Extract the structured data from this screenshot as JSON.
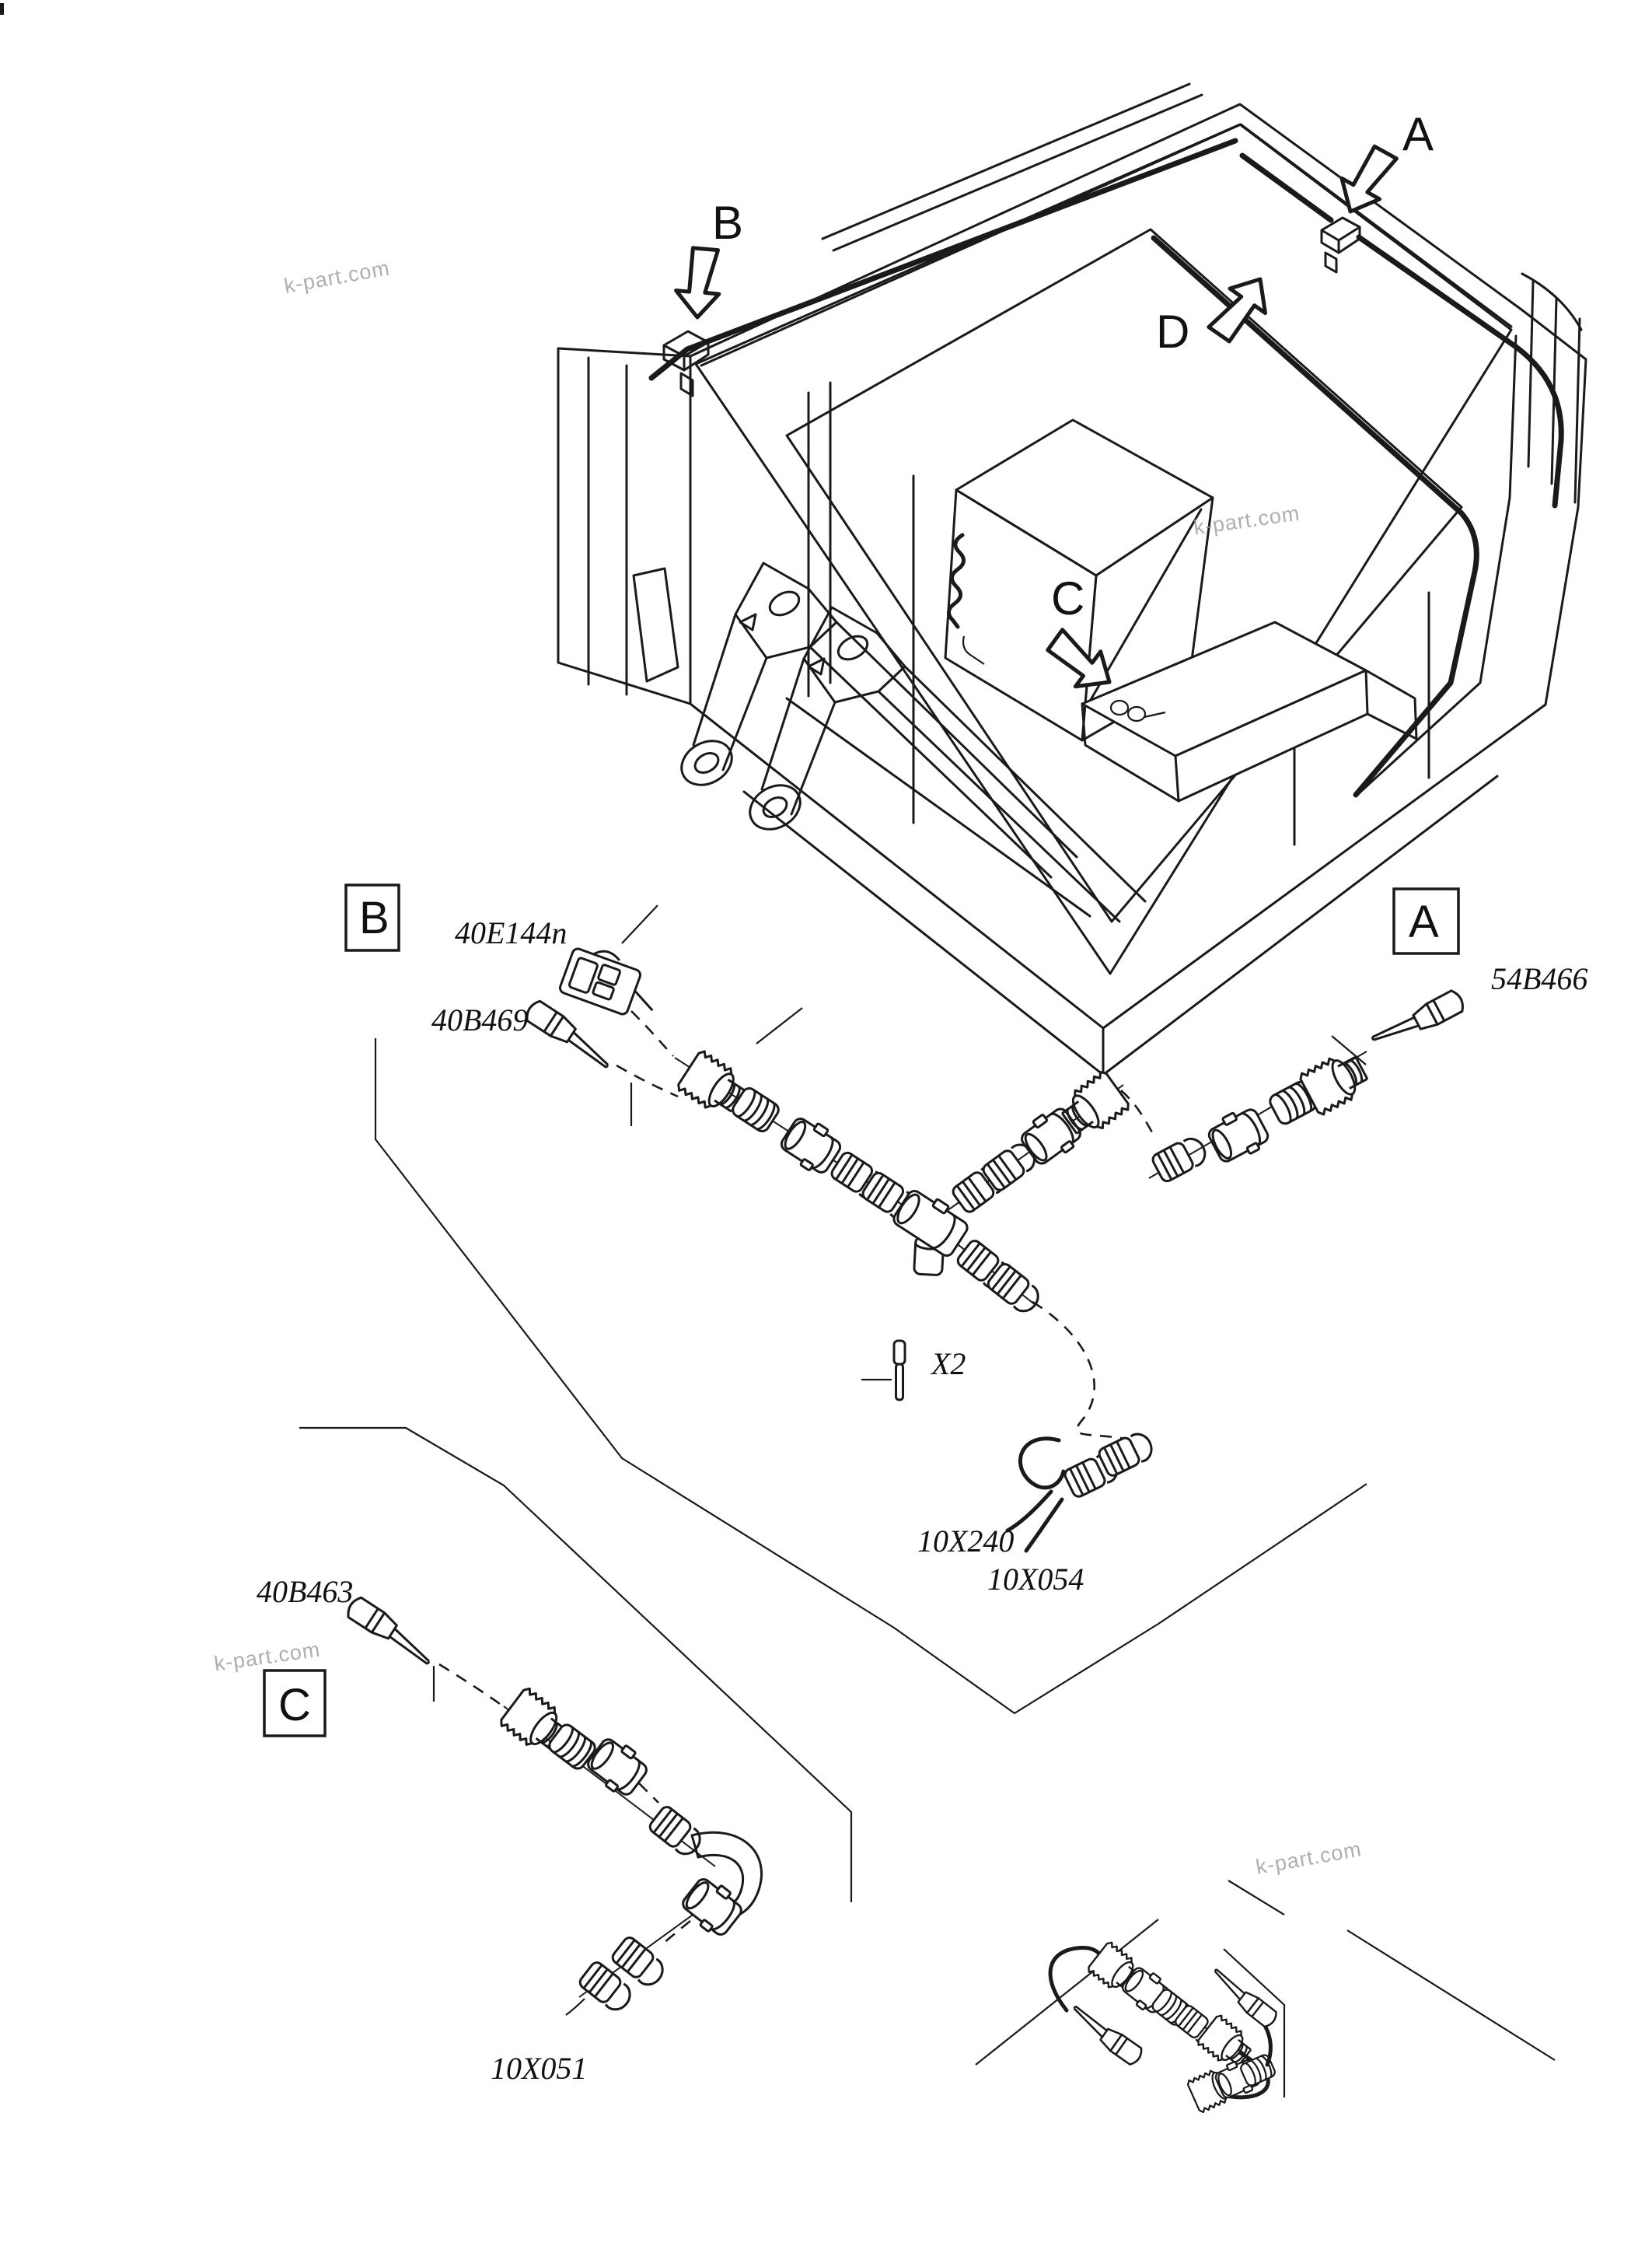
{
  "document": {
    "type": "wiring-harness-parts-diagram",
    "background": "#ffffff",
    "line_color": "#1a1a1a",
    "watermark": {
      "text": "k-part.com",
      "color": "#9b9b9b",
      "count": 4
    }
  },
  "machine_view": {
    "callouts": [
      {
        "id": "a",
        "label": "A"
      },
      {
        "id": "b",
        "label": "B"
      },
      {
        "id": "c",
        "label": "C"
      },
      {
        "id": "d",
        "label": "D"
      }
    ]
  },
  "sections": {
    "b": {
      "marker": "B"
    },
    "a": {
      "marker": "A"
    },
    "c": {
      "marker": "C"
    }
  },
  "part_labels": {
    "plug_connector": "40E144n",
    "terminal_b": "40B469",
    "terminal_a": "54B466",
    "quantity_note": "X2",
    "ferrule": "10X240",
    "grommet_wires": "10X054",
    "terminal_c": "40B463",
    "harness_c": "10X051"
  }
}
